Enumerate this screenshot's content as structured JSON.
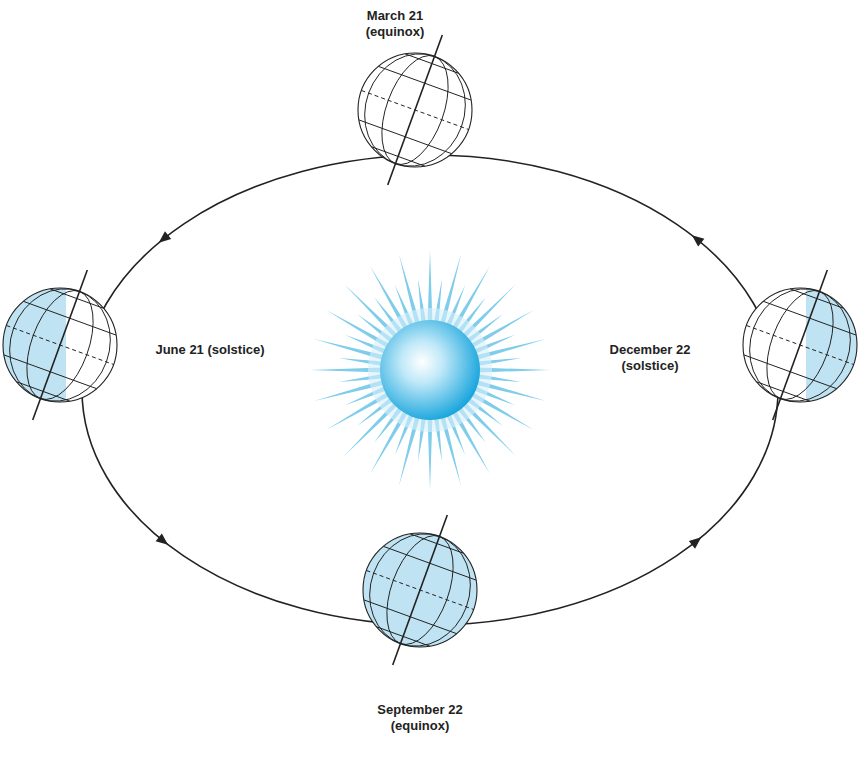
{
  "diagram": {
    "labels": [
      "March 21 (equinox)",
      "June 21 (solstice)",
      "December 22 (solstice)",
      "September 22 (equinox)"
    ]
  }
}
